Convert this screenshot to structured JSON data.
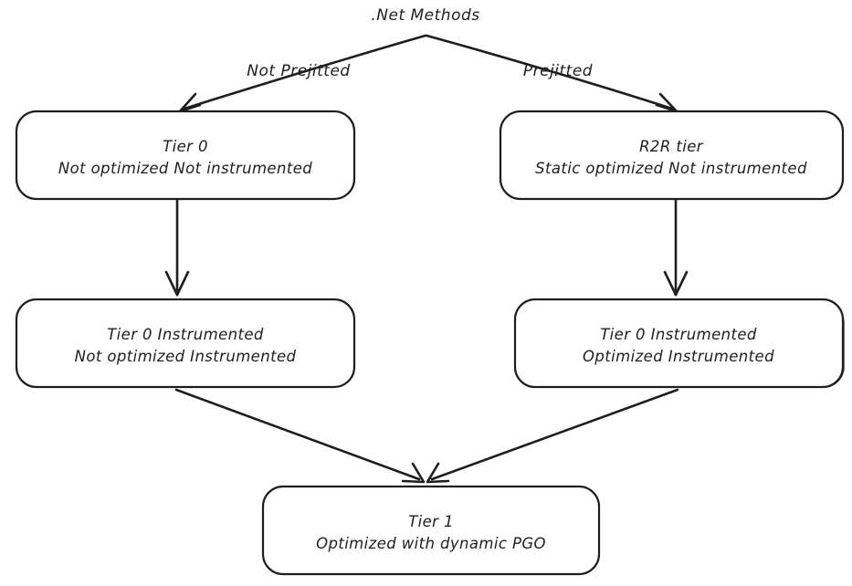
{
  "diagram": {
    "title": ".Net Methods",
    "background_color": "#ffffff",
    "stroke_color": "#1e1e1e",
    "style": "hand-drawn",
    "root": {
      "label": ".Net Methods"
    },
    "edge_labels": {
      "left_branch": "Not Prejitted",
      "right_branch": "Prejitted"
    },
    "nodes": [
      {
        "id": "tier0",
        "line1": "Tier 0",
        "line2": "Not optimized Not instrumented"
      },
      {
        "id": "r2r",
        "line1": "R2R tier",
        "line2": "Static optimized Not instrumented"
      },
      {
        "id": "tier0-instrumented-left",
        "line1": "Tier 0 Instrumented",
        "line2": "Not optimized Instrumented"
      },
      {
        "id": "tier0-instrumented-right",
        "line1": "Tier 0 Instrumented",
        "line2": "Optimized Instrumented"
      },
      {
        "id": "tier1",
        "line1": "Tier 1",
        "line2": "Optimized with dynamic PGO"
      }
    ],
    "edges": [
      {
        "from": ".Net Methods",
        "to": "Tier 0",
        "label": "Not Prejitted"
      },
      {
        "from": ".Net Methods",
        "to": "R2R tier",
        "label": "Prejitted"
      },
      {
        "from": "Tier 0",
        "to": "Tier 0 Instrumented",
        "label": ""
      },
      {
        "from": "R2R tier",
        "to": "Tier 0 Instrumented",
        "label": ""
      },
      {
        "from": "Tier 0 Instrumented",
        "to": "Tier 1",
        "label": ""
      },
      {
        "from": "Tier 0 Instrumented",
        "to": "Tier 1",
        "label": ""
      }
    ]
  }
}
